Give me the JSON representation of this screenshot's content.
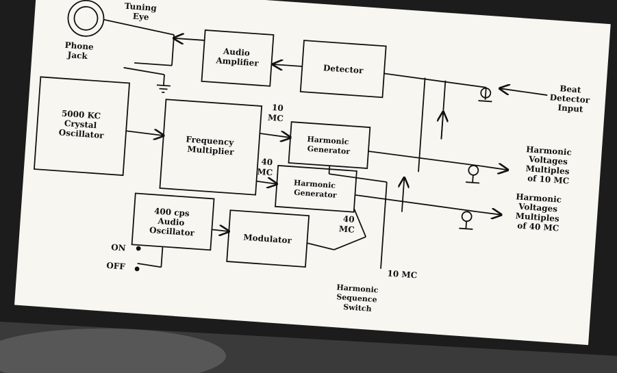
{
  "labels": {
    "tuning_eye": [
      "Tuning",
      "Eye"
    ],
    "phone_jack": [
      "Phone",
      "Jack"
    ],
    "audio_amplifier": [
      "Audio",
      "Amplifier"
    ],
    "detector": [
      "Detector"
    ],
    "beat_detector_input": [
      "Beat",
      "Detector",
      "Input"
    ],
    "crystal_oscillator": [
      "5000 KC",
      "Crystal",
      "Oscillator"
    ],
    "frequency_multiplier": [
      "Frequency",
      "Multiplier"
    ],
    "mc10_top": [
      "10",
      "MC"
    ],
    "harmonic_generator_10": [
      "Harmonic",
      "Generator"
    ],
    "harmonic_voltages_10": [
      "Harmonic",
      "Voltages",
      "Multiples",
      "of 10 MC"
    ],
    "mc40_mid": [
      "40",
      "MC"
    ],
    "harmonic_generator_40": [
      "Harmonic",
      "Generator"
    ],
    "harmonic_voltages_40": [
      "Harmonic",
      "Voltages",
      "Multiples",
      "of 40 MC"
    ],
    "audio_oscillator": [
      "400 cps",
      "Audio",
      "Oscillator"
    ],
    "modulator": [
      "Modulator"
    ],
    "mc40_switch": [
      "40",
      "MC"
    ],
    "on": [
      "ON"
    ],
    "off": [
      "OFF"
    ],
    "mc10_switch": [
      "10 MC"
    ],
    "harmonic_sequence_switch": [
      "Harmonic",
      "Sequence",
      "Switch"
    ]
  },
  "colors": {
    "background": "#1c1c1c",
    "panel": "#f7f6f1",
    "ink": "#111111"
  }
}
